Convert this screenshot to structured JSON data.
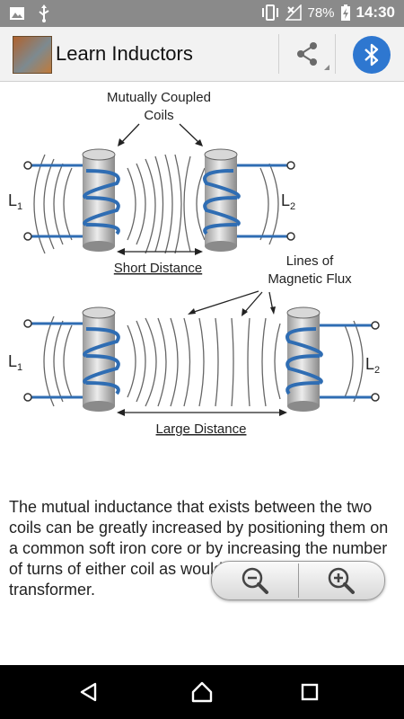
{
  "status": {
    "battery": "78%",
    "time": "14:30",
    "icons": [
      "image-icon",
      "usb-icon",
      "vibrate-icon",
      "no-signal-icon",
      "battery-charging-icon"
    ]
  },
  "appbar": {
    "title": "Learn Inductors",
    "share_icon": "share-icon",
    "bluetooth_icon": "bluetooth-icon"
  },
  "diagram": {
    "label_top": [
      "Mutually Coupled",
      "Coils"
    ],
    "l1": "L",
    "l1_sub": "1",
    "l2": "L",
    "l2_sub": "2",
    "short_distance": "Short Distance",
    "flux_label": [
      "Lines of",
      "Magnetic Flux"
    ],
    "large_distance": "Large Distance"
  },
  "content": {
    "paragraph": "The mutual inductance that exists between the two coils can be greatly increased by positioning them on a common soft iron core or by increasing the number of turns of either coil as would be found in a transformer."
  },
  "zoom": {
    "out_icon": "zoom-out-icon",
    "in_icon": "zoom-in-icon"
  },
  "navbar": {
    "back_icon": "back-icon",
    "home_icon": "home-icon",
    "recents_icon": "recents-icon"
  }
}
